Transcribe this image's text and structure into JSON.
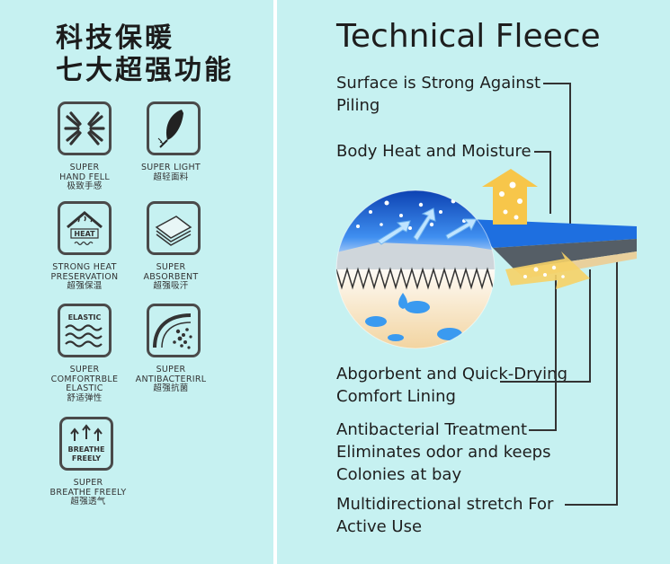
{
  "left": {
    "title_line1": "科技保暖",
    "title_line2": "七大超强功能",
    "features": [
      {
        "icon": "hand-feel-icon",
        "en1": "SUPER",
        "en2": "HAND FELL",
        "en3": "",
        "cn": "极致手感"
      },
      {
        "icon": "feather-icon",
        "en1": "SUPER LIGHT",
        "en2": "",
        "en3": "",
        "cn": "超轻面料"
      },
      {
        "icon": "heat-icon",
        "icon_text": "HEAT",
        "en1": "STRONG HEAT",
        "en2": "PRESERVATION",
        "en3": "",
        "cn": "超强保温"
      },
      {
        "icon": "absorbent-layers-icon",
        "en1": "SUPER",
        "en2": "ABSORBENT",
        "en3": "",
        "cn": "超强吸汗"
      },
      {
        "icon": "elastic-icon",
        "icon_text": "ELASTIC",
        "en1": "SUPER",
        "en2": "COMFORTRBLE",
        "en3": "ELASTIC",
        "cn": "舒适弹性"
      },
      {
        "icon": "antibacterial-icon",
        "en1": "SUPER",
        "en2": "ANTIBACTERIRL",
        "en3": "",
        "cn": "超强抗菌"
      },
      {
        "icon": "breathe-icon",
        "icon_text1": "BREATHE",
        "icon_text2": "FREELY",
        "en1": "SUPER",
        "en2": "BREATHE FREELY",
        "en3": "",
        "cn": "超强透气"
      }
    ]
  },
  "right": {
    "heading": "Technical Fleece",
    "f1_l1": "Surface is Strong Against",
    "f1_l2": "Piling",
    "f2_l1": "Body Heat and Moisture",
    "f3_l1": "Abgorbent and Quick-Drying",
    "f3_l2": "Comfort Lining",
    "f4_l1": "Antibacterial Treatment",
    "f4_l2": "Eliminates odor and keeps",
    "f4_l3": "Colonies at bay",
    "f5_l1": "Multidirectional stretch For",
    "f5_l2": "Active Use"
  },
  "colors": {
    "background": "#c6f1f1",
    "text": "#1e1e1e",
    "icon_stroke": "#4a4a4a",
    "fabric_blue": "#1e6fe0",
    "arrow_yellow": "#f4c84a"
  }
}
